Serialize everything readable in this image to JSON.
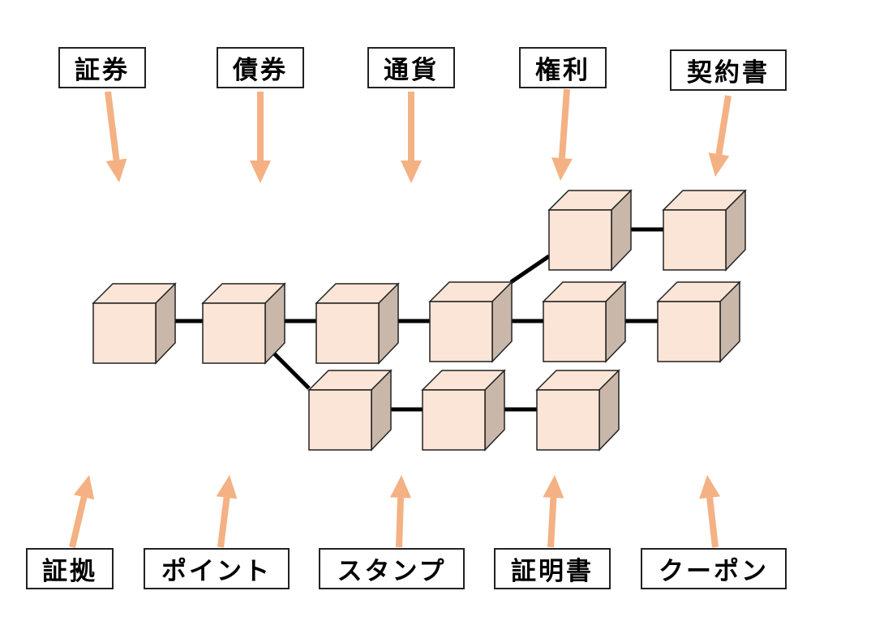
{
  "top_labels": [
    "証券",
    "債券",
    "通貨",
    "権利",
    "契約書"
  ],
  "bottom_labels": [
    "証拠",
    "ポイント",
    "スタンプ",
    "証明書",
    "クーポン"
  ],
  "colors": {
    "arrow": "#f4b183",
    "cube_front": "#fbe5d6",
    "cube_top": "#fbe5d6",
    "cube_side": "#c9b7aa",
    "link": "#000000"
  }
}
